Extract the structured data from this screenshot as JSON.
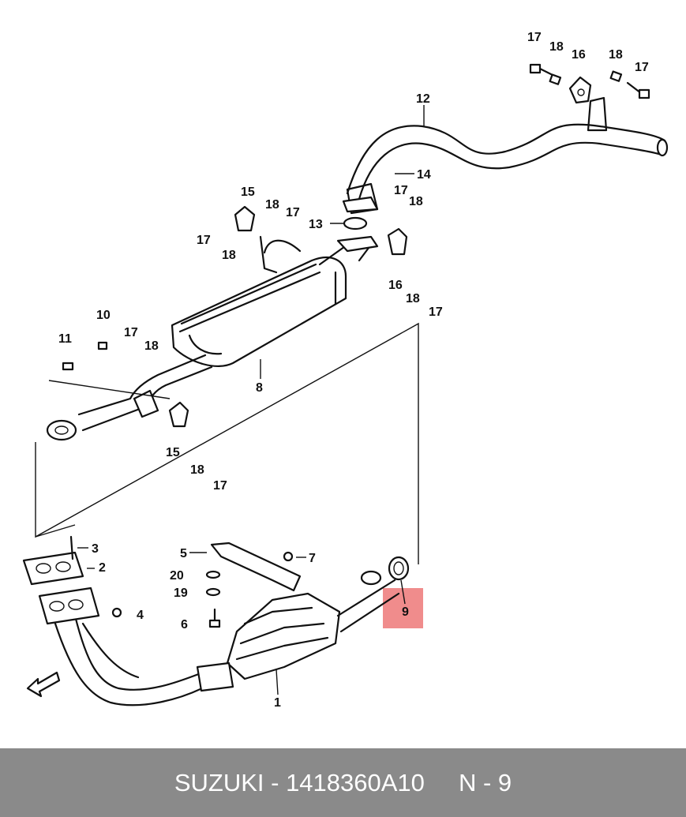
{
  "diagram": {
    "part_labels": {
      "p1": "1",
      "p2": "2",
      "p3": "3",
      "p4": "4",
      "p5": "5",
      "p6": "6",
      "p7": "7",
      "p8": "8",
      "p9": "9",
      "p10": "10",
      "p11": "11",
      "p12": "12",
      "p13": "13",
      "p14": "14",
      "p15": "15",
      "p16": "16",
      "p17": "17",
      "p18": "18",
      "p19": "19",
      "p20": "20"
    },
    "direction_marker": "FWD",
    "highlight": {
      "part": "9",
      "color": "#f08c8c"
    }
  },
  "footer": {
    "text": "SUZUKI - 1418360A10     N - 9",
    "background": "#8a8a8a",
    "color": "#ffffff"
  }
}
